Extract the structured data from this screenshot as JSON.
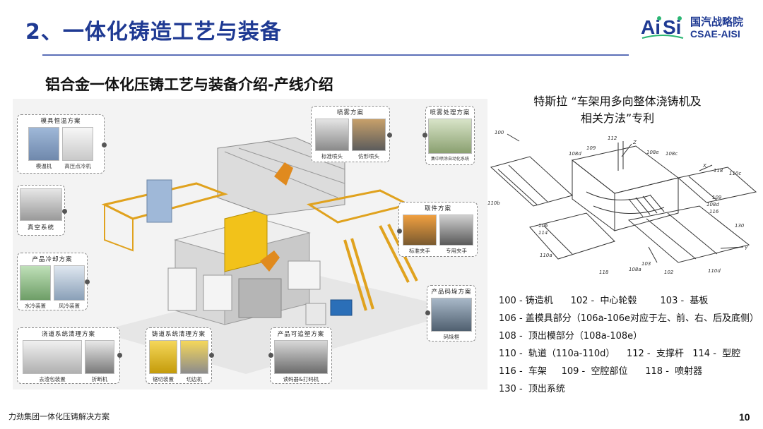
{
  "header": {
    "title": "2、一体化铸造工艺与装备",
    "logo_mark": "AiSi",
    "logo_cn": "国汽战略院",
    "logo_en": "CSAE-AISI"
  },
  "subtitle": "铝合金一体化压铸工艺与装备介绍-产线介绍",
  "callouts": {
    "mold_temp": {
      "title": "模具恒温方案",
      "items": [
        "模温机",
        "高压点冷机"
      ]
    },
    "vacuum": {
      "title": "真空系统"
    },
    "cooling": {
      "title": "产品冷却方案",
      "items": [
        "水冷装置",
        "风冷装置"
      ]
    },
    "gating_clean": {
      "title": "浇道系统清理方案",
      "items": [
        "去渣包装置",
        "折断机"
      ]
    },
    "runner_clean": {
      "title": "铸道系统清理方案",
      "items": [
        "锯切装置",
        "切边机"
      ]
    },
    "trace": {
      "title": "产品可追塑方案",
      "items": [
        "读码器&打码机"
      ]
    },
    "spray": {
      "title": "喷雾方案",
      "items": [
        "标准喷头",
        "仿形喷头"
      ]
    },
    "spray_treat": {
      "title": "喷雾处理方案",
      "items": [
        "集中喷涂自动化系统"
      ]
    },
    "pickup": {
      "title": "取件方案",
      "items": [
        "标准夹手",
        "专用夹手"
      ]
    },
    "stack": {
      "title": "产品码垛方案",
      "items": [
        "码垛框"
      ]
    }
  },
  "patent": {
    "title_line1": "特斯拉 “车架用多向整体浇铸机及",
    "title_line2": "相关方法”专利",
    "labels": [
      "100",
      "112",
      "108d",
      "109",
      "Z",
      "108e",
      "108c",
      "X",
      "118",
      "110c",
      "110b",
      "109",
      "108d",
      "116",
      "106",
      "114",
      "130",
      "110a",
      "Y",
      "118",
      "108a",
      "103",
      "102",
      "110d"
    ]
  },
  "legend": [
    "100 - 铸造机      102 -  中心轮毂        103 -  基板",
    "106 - 盖模具部分（106a-106e对应于左、前、右、后及底侧）",
    "108 -  顶出模部分（108a-108e）",
    "110 -  轨道（110a-110d）    112 -  支撑杆   114 -  型腔",
    "116 -  车架     109 -  空腔部位      118 -  喷射器",
    "130 -  顶出系统"
  ],
  "footer": {
    "left": "力劲集团一体化压铸解决方案",
    "page": "10"
  },
  "colors": {
    "title": "#1f3a93",
    "rule": "#5b6fb8",
    "accent": "#e08a1e",
    "logo_green": "#2bb673"
  }
}
